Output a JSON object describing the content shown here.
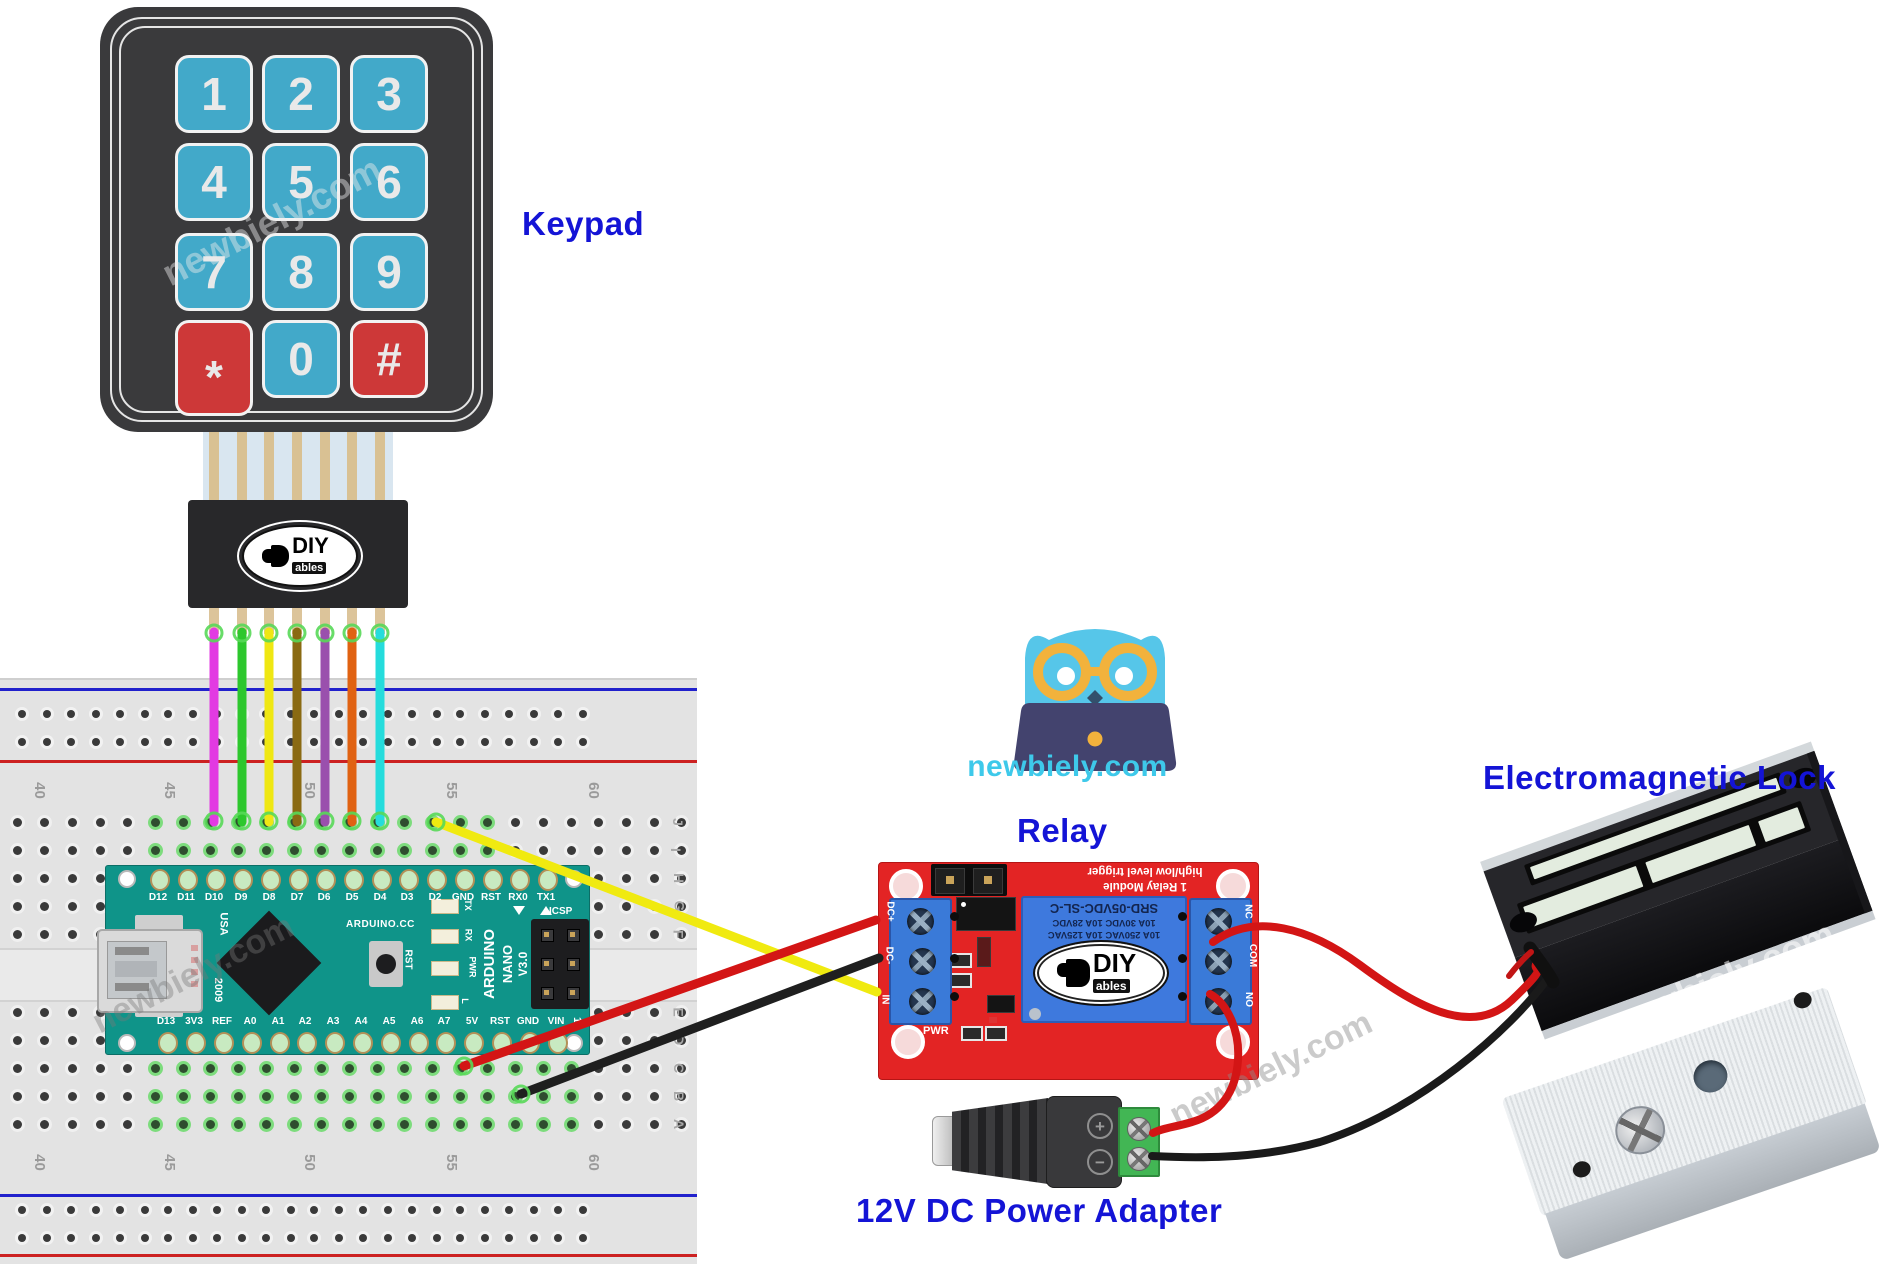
{
  "labels": {
    "keypad": "Keypad",
    "relay": "Relay",
    "lock": "Electromagnetic Lock",
    "adapter": "12V DC Power Adapter",
    "color": "#1414d6"
  },
  "brand": {
    "site": "newbiely.com",
    "watermark": "newbiely.com",
    "site_color": "#3ec9ea"
  },
  "diyables": {
    "main": "DIY",
    "sub": "ables"
  },
  "keypad": {
    "keys": [
      [
        "1",
        "2",
        "3"
      ],
      [
        "4",
        "5",
        "6"
      ],
      [
        "7",
        "8",
        "9"
      ],
      [
        "*",
        "0",
        "#"
      ]
    ],
    "special_keys": [
      "*",
      "#"
    ],
    "key_color": "#42a9c9",
    "special_key_color": "#cd3838",
    "key_text_color": "#e9e9e9",
    "body_color": "#3a3a3c"
  },
  "breadboard": {
    "letters_top": [
      "J",
      "I",
      "H",
      "G",
      "F"
    ],
    "letters_bottom": [
      "E",
      "D",
      "C",
      "B",
      "A"
    ],
    "numbers": [
      "40",
      "45",
      "50",
      "55",
      "60"
    ],
    "rail_blue": "#2121cc",
    "rail_red": "#cc2121"
  },
  "arduino": {
    "top_pins": [
      "D12",
      "D11",
      "D10",
      "D9",
      "D8",
      "D7",
      "D6",
      "D5",
      "D4",
      "D3",
      "D2",
      "GND",
      "RST",
      "RX0",
      "TX1"
    ],
    "bottom_pins": [
      "D13",
      "3V3",
      "REF",
      "A0",
      "A1",
      "A2",
      "A3",
      "A4",
      "A5",
      "A6",
      "A7",
      "5V",
      "RST",
      "GND",
      "VIN"
    ],
    "brand_lines": [
      "ARDUINO",
      "NANO",
      "V3.0"
    ],
    "site": "ARDUINO.CC",
    "usa": "USA",
    "year": "2009",
    "rst": "RST",
    "icsp": "ICSP",
    "one": "1",
    "led_labels": [
      "TX",
      "RX",
      "PWR",
      "L"
    ],
    "board_color": "#0f9489"
  },
  "relay": {
    "title1": "1 Relay Module",
    "title2": "high/low level trigger",
    "cube1": "SRD-05VDC-SL-C",
    "cube2": "10A 30VDC  10A 28VDC",
    "cube3": "10A 250VAC  10A 125VAC",
    "left_terminals": [
      "DC+",
      "DC-",
      "IN"
    ],
    "right_terminals": [
      "NC",
      "COM",
      "NO"
    ],
    "pwr": "PWR",
    "board_color": "#e32424"
  },
  "adapter": {
    "plus": "+",
    "minus": "−"
  },
  "wires": {
    "keypad_wires": [
      {
        "pin": "D10",
        "color": "#e23ae2"
      },
      {
        "pin": "D9",
        "color": "#2dc72d"
      },
      {
        "pin": "D8",
        "color": "#efe713"
      },
      {
        "pin": "D7",
        "color": "#8a6a12"
      },
      {
        "pin": "D6",
        "color": "#9a50ad"
      },
      {
        "pin": "D5",
        "color": "#e06212"
      },
      {
        "pin": "D4",
        "color": "#25dcdc"
      }
    ],
    "signal_wires": [
      {
        "id": "w-yellow",
        "from": "D2",
        "to": "IN",
        "color": "#f0ea10"
      },
      {
        "id": "w-red",
        "from": "5V",
        "to": "DC+",
        "color": "#d31515"
      },
      {
        "id": "w-black",
        "from": "GND",
        "to": "DC-",
        "color": "#1f1f1f"
      },
      {
        "id": "w-com",
        "from": "COM",
        "to": "lock-red",
        "color": "#d31515"
      },
      {
        "id": "w-no",
        "from": "NO",
        "to": "adapter-plus",
        "color": "#d31515"
      },
      {
        "id": "w-lockblack",
        "from": "lock-black",
        "to": "adapter-minus",
        "color": "#1a1a1a"
      }
    ]
  }
}
